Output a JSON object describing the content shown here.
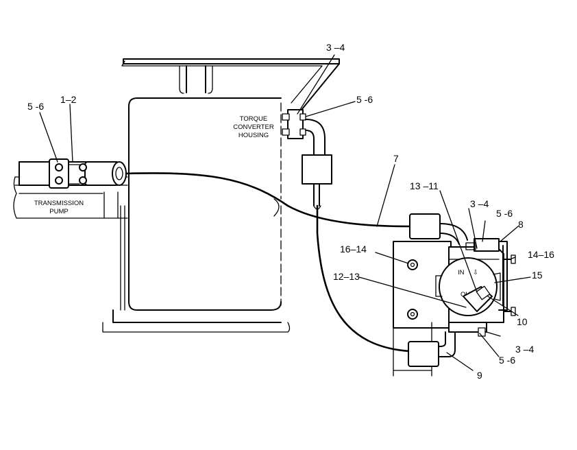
{
  "diagram": {
    "text_labels": {
      "torque_converter_housing": [
        "TORQUE",
        "CONVERTER",
        "HOUSING"
      ],
      "transmission_pump": [
        "TRANSMISSION",
        "PUMP"
      ]
    },
    "callouts": [
      {
        "id": "c-5-6-left",
        "text": "5 -6"
      },
      {
        "id": "c-1-2",
        "text": "1–2"
      },
      {
        "id": "c-3-4-top",
        "text": "3 –4"
      },
      {
        "id": "c-5-6-top",
        "text": "5 -6"
      },
      {
        "id": "c-7",
        "text": "7"
      },
      {
        "id": "c-13-11",
        "text": "13 –11"
      },
      {
        "id": "c-3-4-right",
        "text": "3 –4"
      },
      {
        "id": "c-5-6-right",
        "text": "5 -6"
      },
      {
        "id": "c-8",
        "text": "8"
      },
      {
        "id": "c-16-14",
        "text": "16–14"
      },
      {
        "id": "c-14-16",
        "text": "14–16"
      },
      {
        "id": "c-12-13",
        "text": "12–13"
      },
      {
        "id": "c-15",
        "text": "15"
      },
      {
        "id": "c-10",
        "text": "10"
      },
      {
        "id": "c-3-4-bottom",
        "text": "3 –4"
      },
      {
        "id": "c-5-6-bottom",
        "text": "5 -6"
      },
      {
        "id": "c-9",
        "text": "9"
      }
    ]
  }
}
